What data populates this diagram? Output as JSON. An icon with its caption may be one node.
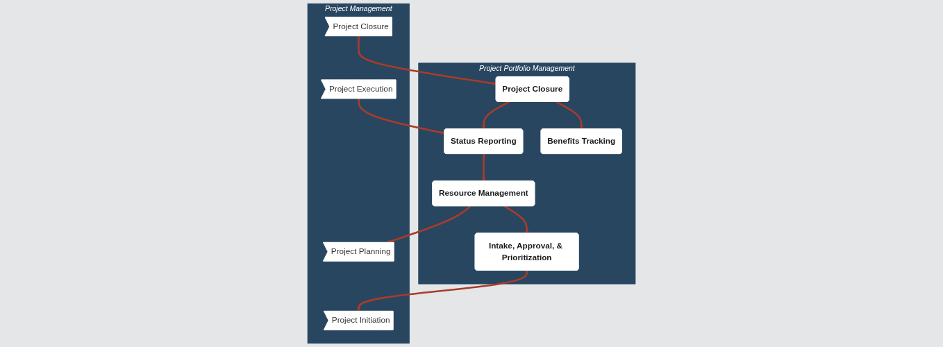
{
  "diagram": {
    "nodes": [
      {
        "text": [
          "Project Portfolio Management"
        ]
      },
      {
        "text": [
          "Intake, Approval, & Prioritization"
        ],
        "in": 0
      },
      {
        "text": [
          "Resource Management"
        ],
        "in": 0
      },
      {
        "text": [
          "Status Reporting"
        ],
        "in": 0
      },
      {
        "text": [
          "Project Closure"
        ],
        "in": 0
      },
      {
        "text": [
          "Benefits Tracking"
        ],
        "in": 0
      },
      {
        "text": [
          "Project Management"
        ]
      },
      {
        "text": [
          "Project Initiation"
        ],
        "in": 6
      },
      {
        "text": [
          "Project Planning"
        ],
        "in": 6
      },
      {
        "text": [
          "Project Execution"
        ],
        "in": 6
      },
      {
        "text": [
          "Project Closure"
        ],
        "in": 6
      }
    ],
    "edges": [
      {
        "from": 2,
        "to": 1,
        "arrow": "to"
      },
      {
        "from": 3,
        "to": 2,
        "arrow": "to"
      },
      {
        "from": 4,
        "to": 3,
        "arrow": "to"
      },
      {
        "from": 4,
        "to": 5,
        "arrow": "to"
      },
      {
        "from": 1,
        "to": 7,
        "arrow": "to"
      },
      {
        "from": 2,
        "to": 8,
        "arrow": "to"
      },
      {
        "from": 9,
        "to": 3,
        "arrow": "to"
      },
      {
        "from": 10,
        "to": 4,
        "arrow": "to"
      }
    ]
  }
}
